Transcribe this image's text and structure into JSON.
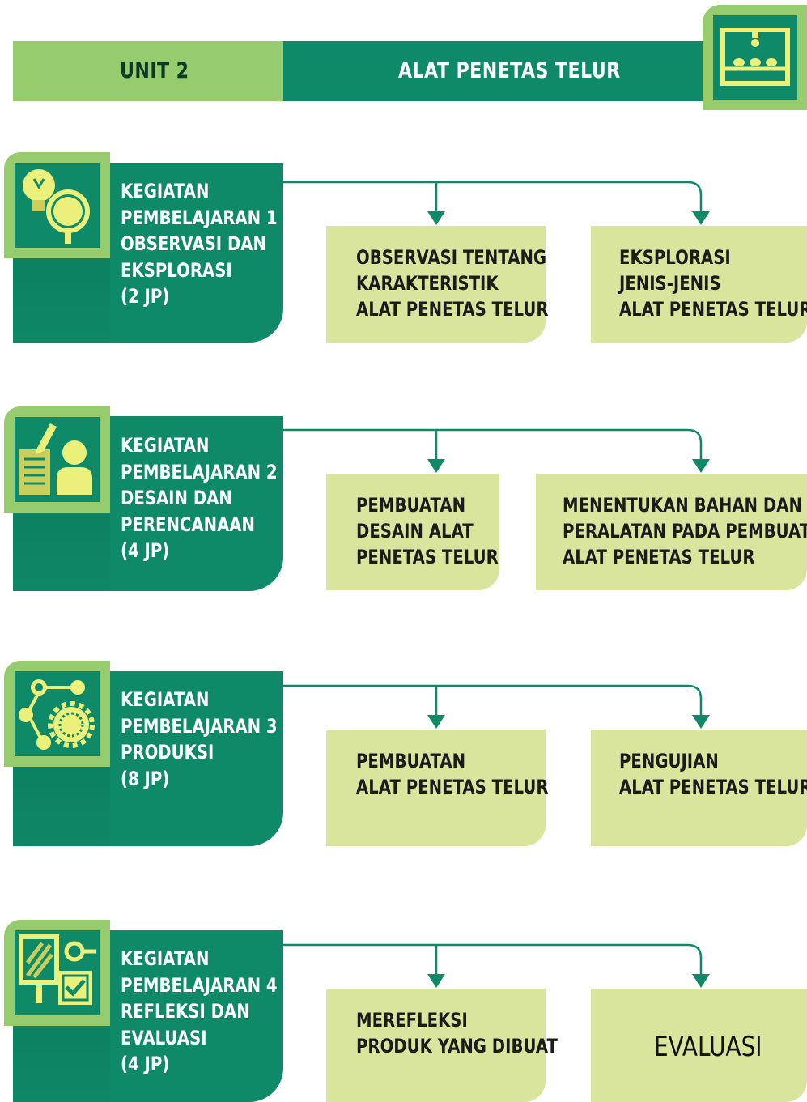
{
  "header": {
    "unit_label": "UNIT 2",
    "unit_title": "ALAT PENETAS TELUR",
    "icon": "egg-incubator-icon"
  },
  "colors": {
    "dark_green": "#0e8a68",
    "light_green": "#96cc6e",
    "pale_green": "#d9e59d",
    "icon_yellow": "#eaf07a"
  },
  "activities": [
    {
      "icon": "lightbulb-magnifier-icon",
      "lines": [
        "KEGIATAN",
        "PEMBELAJARAN 1",
        "OBSERVASI DAN",
        "EKSPLORASI",
        "(2 JP)"
      ],
      "steps": [
        {
          "lines": [
            "OBSERVASI TENTANG",
            "KARAKTERISTIK",
            "ALAT PENETAS TELUR"
          ]
        },
        {
          "lines": [
            "EKSPLORASI",
            "JENIS-JENIS",
            "ALAT PENETAS TELUR"
          ]
        }
      ]
    },
    {
      "icon": "design-document-person-icon",
      "lines": [
        "KEGIATAN",
        "PEMBELAJARAN 2",
        "DESAIN DAN",
        "PERENCANAAN",
        "(4 JP)"
      ],
      "steps": [
        {
          "lines": [
            "PEMBUATAN",
            "DESAIN ALAT",
            "PENETAS TELUR"
          ]
        },
        {
          "lines": [
            "MENENTUKAN BAHAN DAN",
            "PERALATAN PADA PEMBUATAN",
            "ALAT PENETAS TELUR"
          ]
        }
      ]
    },
    {
      "icon": "production-gear-network-icon",
      "lines": [
        "KEGIATAN",
        "PEMBELAJARAN 3",
        "PRODUKSI",
        "(8 JP)"
      ],
      "steps": [
        {
          "lines": [
            "PEMBUATAN",
            "ALAT PENETAS TELUR"
          ]
        },
        {
          "lines": [
            "PENGUJIAN",
            "ALAT PENETAS TELUR"
          ]
        }
      ]
    },
    {
      "icon": "reflection-checklist-icon",
      "lines": [
        "KEGIATAN",
        "PEMBELAJARAN 4",
        "REFLEKSI DAN",
        "EVALUASI",
        "(4 JP)"
      ],
      "steps": [
        {
          "lines": [
            "MEREFLEKSI",
            "PRODUK YANG DIBUAT"
          ]
        },
        {
          "lines": [
            "EVALUASI"
          ]
        }
      ]
    }
  ]
}
